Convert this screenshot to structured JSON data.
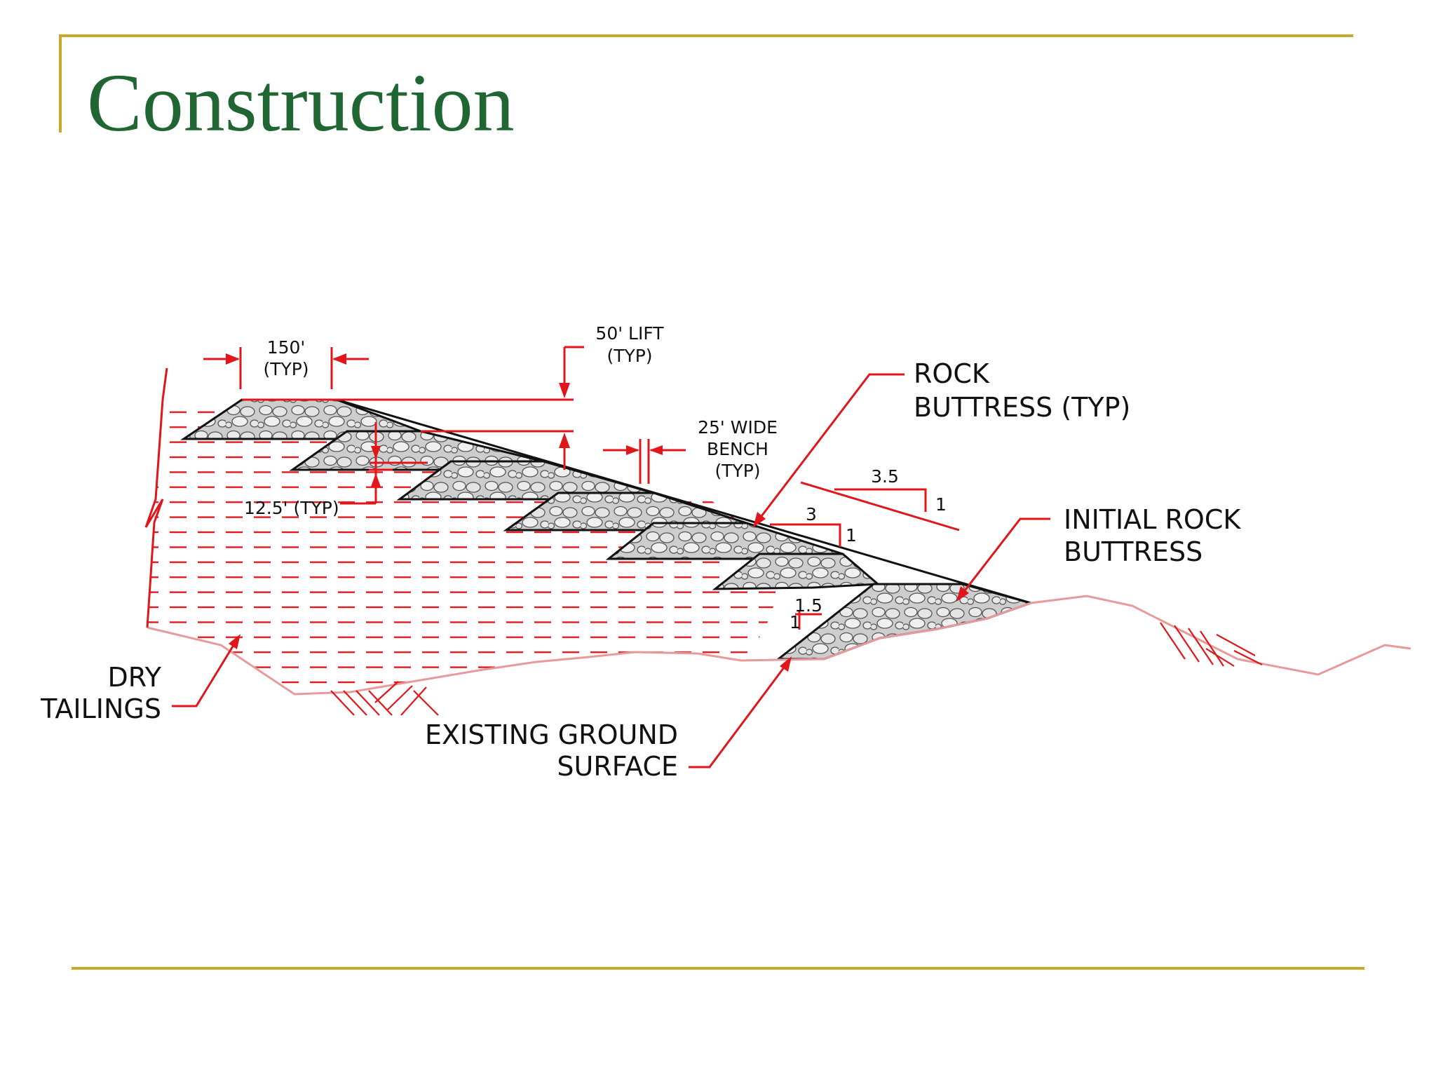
{
  "slide": {
    "title": "Construction",
    "accent_color": "#c8a92a",
    "title_color": "#1f6633"
  },
  "diagram": {
    "colors": {
      "annotation": "#e0161b",
      "rock_fill": "#c9c9c9",
      "outline": "#111111"
    },
    "labels": {
      "width_top": "150'",
      "width_top_typ": "(TYP)",
      "lift_1": "50' LIFT",
      "lift_typ": "(TYP)",
      "rock_buttress_1": "ROCK",
      "rock_buttress_2": "BUTTRESS  (TYP)",
      "bench_1": "25' WIDE",
      "bench_2": "BENCH",
      "bench_3": "(TYP)",
      "slope_35": "3.5",
      "slope_35_rise": "1",
      "slope_3": "3",
      "slope_3_rise": "1",
      "initial_1": "INITIAL  ROCK",
      "initial_2": "BUTTRESS",
      "step": "12.5'  (TYP)",
      "slope_15": "1.5",
      "slope_15_rise": "1",
      "dry_1": "DRY",
      "dry_2": "TAILINGS",
      "ground_1": "EXISTING  GROUND",
      "ground_2": "SURFACE"
    }
  }
}
